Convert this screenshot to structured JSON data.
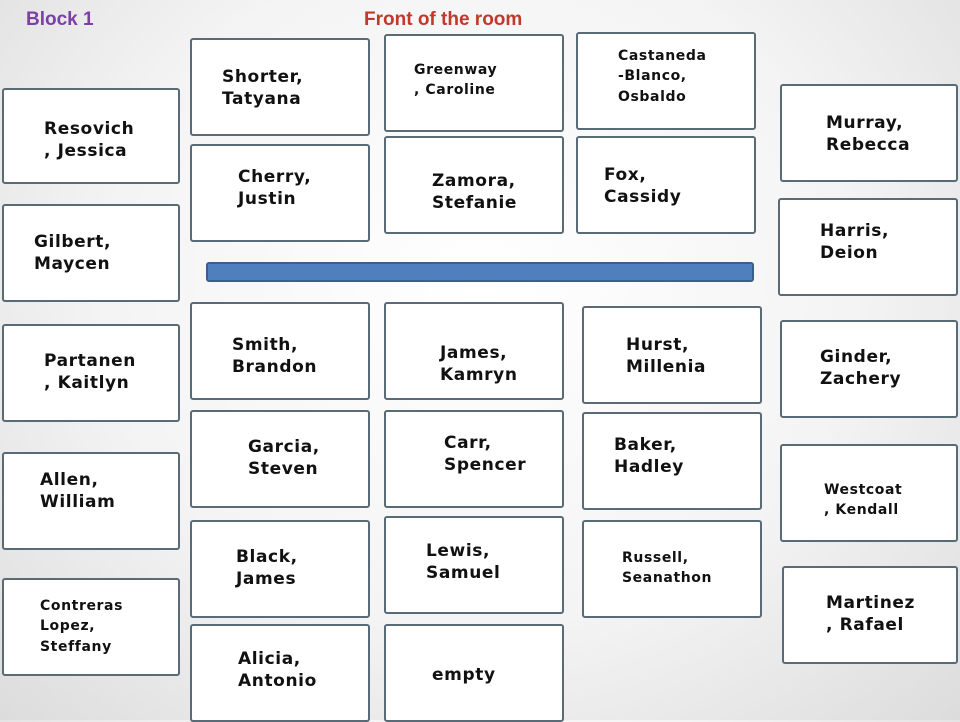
{
  "header": {
    "block": "Block 1",
    "front": "Front of the room"
  },
  "seats": {
    "resovich": "Resovich\n, Jessica",
    "gilbert": "Gilbert,\nMaycen",
    "partanen": "Partanen\n, Kaitlyn",
    "allen": "Allen,\nWilliam",
    "contreras": "Contreras\nLopez,\nSteffany",
    "shorter": "Shorter,\nTatyana",
    "cherry": "Cherry,\nJustin",
    "greenway": "Greenway\n, Caroline",
    "zamora": "Zamora,\nStefanie",
    "castaneda": "Castaneda\n-Blanco,\nOsbaldo",
    "fox": "Fox,\nCassidy",
    "murray": "Murray,\nRebecca",
    "harris": "Harris,\nDeion",
    "smith": "Smith,\nBrandon",
    "james_k": "James,\nKamryn",
    "hurst": "Hurst,\nMillenia",
    "ginder": "Ginder,\nZachery",
    "garcia": "Garcia,\nSteven",
    "carr": "Carr,\nSpencer",
    "baker": "Baker,\nHadley",
    "westcoat": "Westcoat\n, Kendall",
    "black": "Black,\nJames",
    "lewis": "Lewis,\nSamuel",
    "russell": "Russell,\nSeanathon",
    "martinez": "Martinez\n, Rafael",
    "alicia": "Alicia,\nAntonio",
    "empty": "empty"
  }
}
